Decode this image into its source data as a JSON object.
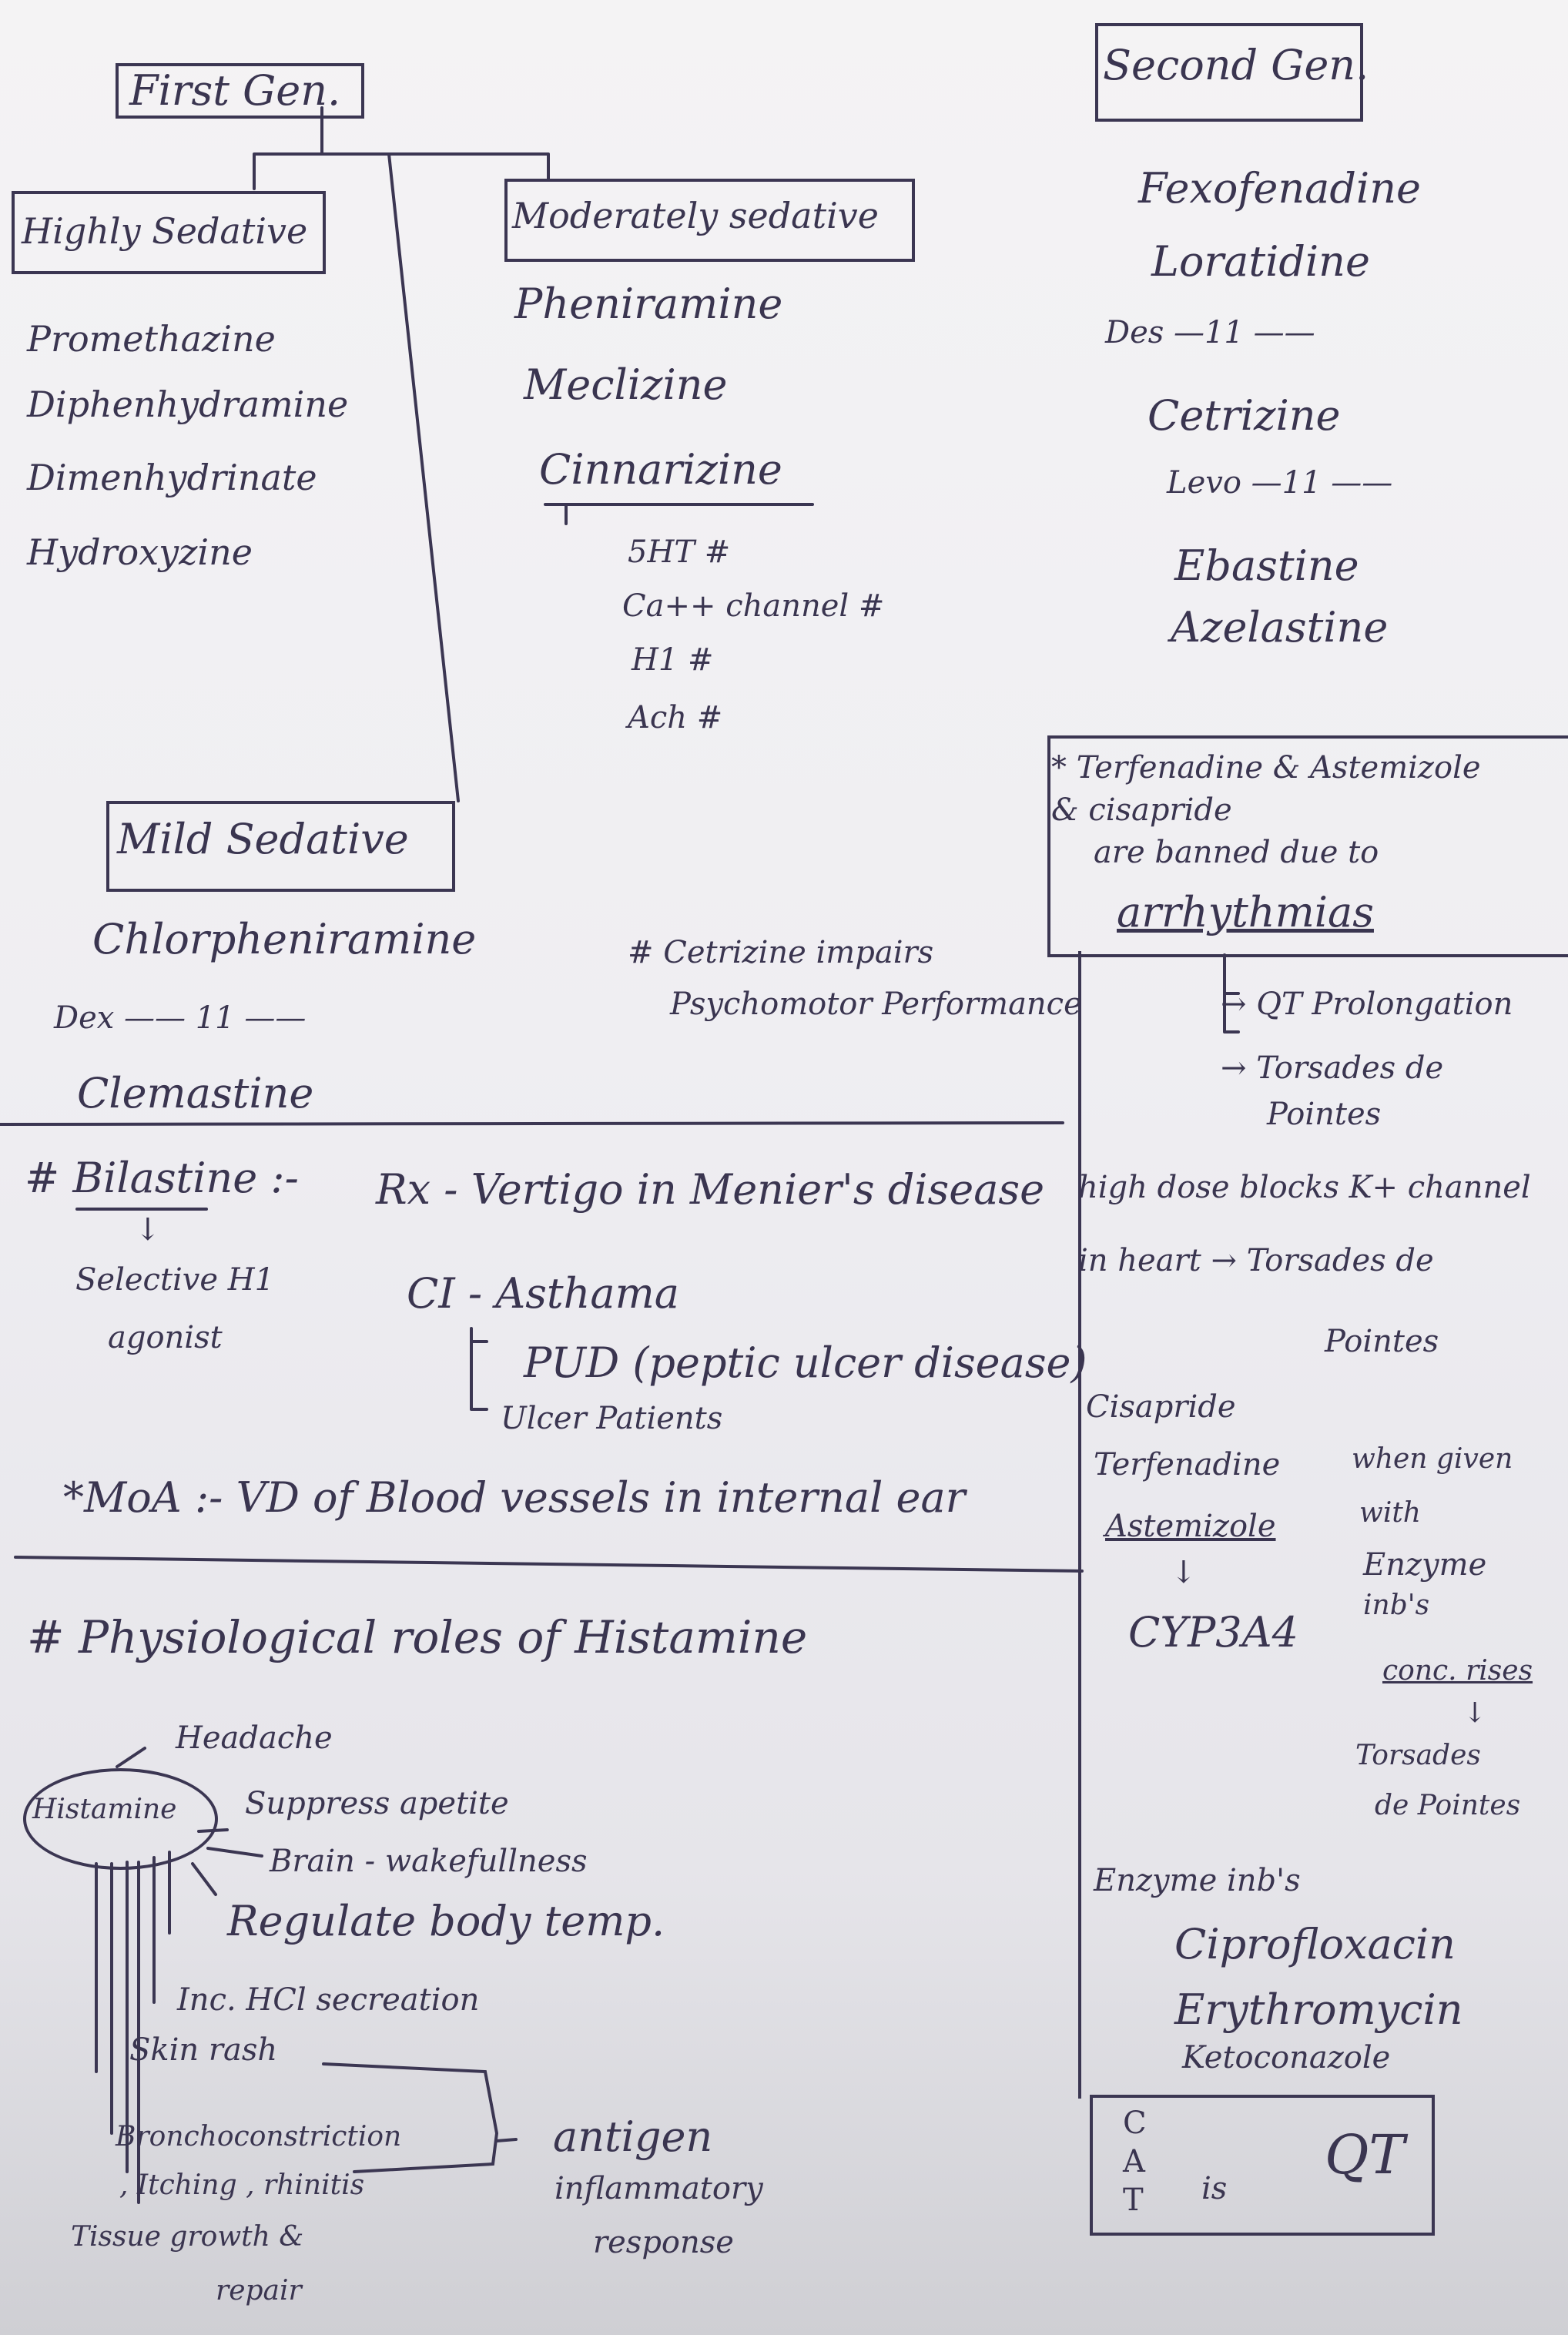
{
  "first_gen": {
    "heading": "First Gen.",
    "highly_sedative": {
      "heading": "Highly Sedative",
      "items": [
        "Promethazine",
        "Diphenhydramine",
        "Dimenhydrinate",
        "Hydroxyzine"
      ]
    },
    "moderately_sedative": {
      "heading": "Moderately sedative",
      "items": [
        "Pheniramine",
        "Meclizine",
        "Cinnarizine"
      ],
      "cinnarizine_actions": [
        "5HT #",
        "Ca++ channel #",
        "H1 #",
        "Ach #"
      ]
    },
    "mild_sedative": {
      "heading": "Mild Sedative",
      "items": [
        "Chlorpheniramine",
        "Dex —— 11 ——",
        "Clemastine"
      ]
    }
  },
  "cetirizine_note": {
    "line1": "# Cetrizine impairs",
    "line2": "Psychomotor Performance"
  },
  "second_gen": {
    "heading": "Second Gen.",
    "items": [
      "Fexofenadine",
      "Loratidine",
      "Des —11 ——",
      "Cetrizine",
      "Levo —11 ——",
      "Ebastine",
      "Azelastine"
    ]
  },
  "banned_note": {
    "line1": "* Terfenadine & Astemizole",
    "line2": "& cisapride",
    "line3": "are banned due to",
    "line4": "arrhythmias",
    "effect1": "→ QT Prolongation",
    "effect2a": "→ Torsades de",
    "effect2b": "Pointes"
  },
  "high_dose": {
    "line1": "high dose blocks K+ channel",
    "line2": "in heart → Torsades de",
    "line3": "Pointes"
  },
  "interaction": {
    "drugs": [
      "Cisapride",
      "Terfenadine",
      "Astemizole"
    ],
    "arrow": "↓",
    "enzyme": "CYP3A4",
    "given": [
      "when given",
      "with",
      "Enzyme",
      "inb's"
    ],
    "conc": "conc. rises",
    "conc_arrow": "↓",
    "result": [
      "Torsades",
      "de Pointes"
    ],
    "inhibitors_heading": "Enzyme inb's",
    "inhibitors": [
      "Ciprofloxacin",
      "Erythromycin",
      "Ketoconazole"
    ]
  },
  "cat_box": {
    "letters": [
      "C",
      "A",
      "T"
    ],
    "is": "is",
    "qt": "QT"
  },
  "bilastine": {
    "heading": "# Bilastine :-",
    "arrow": "↓",
    "desc1": "Selective H1",
    "desc2": "agonist",
    "rx": "Rx - Vertigo in Menier's disease",
    "ci": "CI - Asthama",
    "ci_pud": "PUD (peptic ulcer disease)",
    "ci_ulcer": "Ulcer Patients",
    "moa": "*MoA :-  VD of Blood vessels in internal ear"
  },
  "physiology": {
    "heading": "# Physiological roles of Histamine",
    "center": "Histamine",
    "roles": [
      "Headache",
      "Suppress apetite",
      "Brain - wakefullness",
      "Regulate body temp.",
      "Inc. HCl secreation",
      "Skin rash",
      "Bronchoconstriction",
      ", Itching , rhinitis",
      "Tissue growth &",
      "repair"
    ],
    "antigen": [
      "antigen",
      "inflammatory",
      "response"
    ]
  },
  "colors": {
    "ink": "#3a3550",
    "paper": "#f1f0f3",
    "background": "#7d7d80"
  }
}
